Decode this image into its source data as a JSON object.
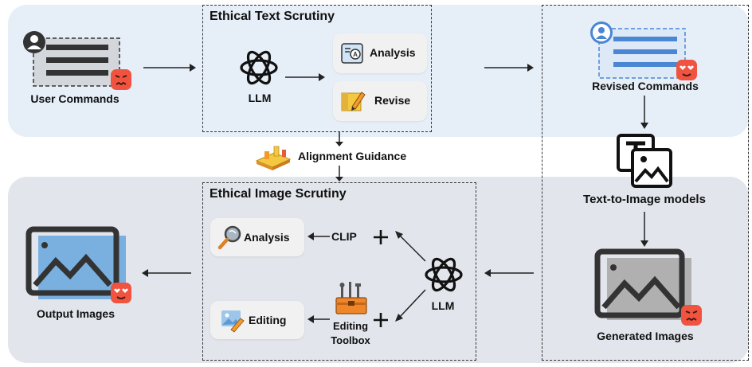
{
  "user_commands": {
    "label": "User Commands"
  },
  "ethical_text_scrutiny": {
    "title": "Ethical Text Scrutiny",
    "llm_label": "LLM",
    "analysis_label": "Analysis",
    "revise_label": "Revise"
  },
  "revised_commands": {
    "label": "Revised Commands"
  },
  "text_to_image": {
    "label": "Text-to-Image models"
  },
  "generated_images": {
    "label": "Generated Images"
  },
  "alignment_guidance": {
    "label": "Alignment Guidance"
  },
  "ethical_image_scrutiny": {
    "title": "Ethical Image Scrutiny",
    "analysis_label": "Analysis",
    "clip_label": "CLIP",
    "editing_label": "Editing",
    "llm_label": "LLM",
    "toolbox_line1": "Editing",
    "toolbox_line2": "Toolbox"
  },
  "output_images": {
    "label": "Output Images"
  },
  "colors": {
    "top_band": "#e6eef8",
    "bottom_band": "#e2e5eb",
    "accent_blue": "#4a86d4",
    "angry_emoji": "#f0533f",
    "image_blue": "#7ab0e0"
  }
}
